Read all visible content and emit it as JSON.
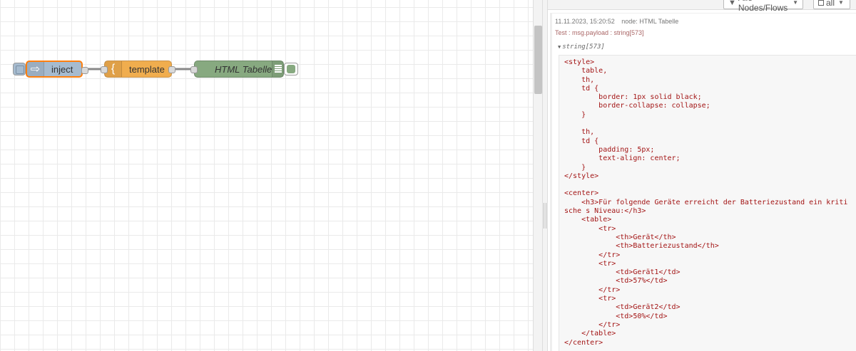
{
  "flow": {
    "nodes": [
      {
        "id": "inject",
        "label": "inject",
        "color": "#a6bbcf",
        "icon": "inject-arrow-icon"
      },
      {
        "id": "template",
        "label": "template",
        "color": "#f0ad4e",
        "icon": "template-brace-icon"
      },
      {
        "id": "debug",
        "label": "HTML Tabelle",
        "color": "#87a980",
        "icon": "debug-list-icon"
      }
    ]
  },
  "sidebar": {
    "filter_label": "Alle Nodes/Flows",
    "clear_label": "all",
    "message": {
      "timestamp": "11.11.2023, 15:20:52",
      "node_ref": "node: HTML Tabelle",
      "topic": "Test : msg.payload : string[573]",
      "type_label": "string[573]",
      "content": "<style>\n    table,\n    th,\n    td {\n        border: 1px solid black;\n        border-collapse: collapse;\n    }\n\n    th,\n    td {\n        padding: 5px;\n        text-align: center;\n    }\n</style>\n\n<center>\n    <h3>Für folgende Geräte erreicht der Batteriezustand ein kritische s Niveau:</h3>\n    <table>\n        <tr>\n            <th>Gerät</th>\n            <th>Batteriezustand</th>\n        </tr>\n        <tr>\n            <td>Gerät1</td>\n            <td>57%</td>\n        </tr>\n        <tr>\n            <td>Gerät2</td>\n            <td>50%</td>\n        </tr>\n    </table>\n</center>"
    }
  }
}
